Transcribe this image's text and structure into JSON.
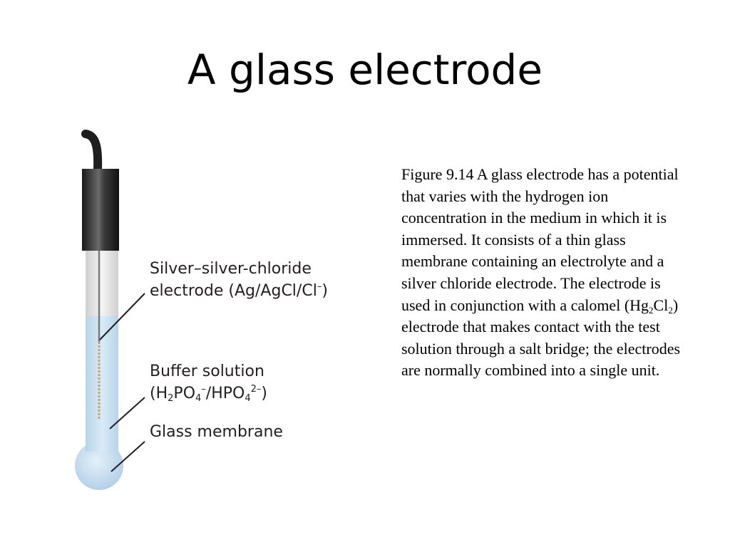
{
  "slide": {
    "title": "A glass electrode"
  },
  "diagram": {
    "labels": {
      "silver_electrode_line1": "Silver–silver-chloride",
      "silver_electrode_line2": "electrode (Ag/AgCl/Cl",
      "silver_electrode_sup": "–",
      "silver_electrode_close": ")",
      "buffer_line1": "Buffer solution",
      "buffer_open": "(H",
      "buffer_sub1": "2",
      "buffer_po4": "PO",
      "buffer_sub2": "4",
      "buffer_sup1": "–",
      "buffer_hpo4": "/HPO",
      "buffer_sub3": "4",
      "buffer_sup2": "2–",
      "buffer_close": ")",
      "membrane": "Glass membrane"
    },
    "colors": {
      "cap": "#2b2b2b",
      "tube_upper": "#dcdcdc",
      "buffer": "#c7dff0",
      "bulb": "#c7dff0",
      "wire": "#7a7a7a",
      "leader": "#231f20"
    }
  },
  "caption": {
    "part1": "Figure 9.14  A glass electrode has a potential that varies with the hydrogen ion concentration in the medium in which it is immersed. It consists of a thin glass membrane containing an electrolyte and a silver chloride electrode. The electrode is used in conjunction with a calomel (Hg",
    "sub1": "2",
    "part2": "Cl",
    "sub2": "2",
    "part3": ") electrode that makes contact with the test solution through a salt bridge; the electrodes are normally combined into a single unit."
  }
}
